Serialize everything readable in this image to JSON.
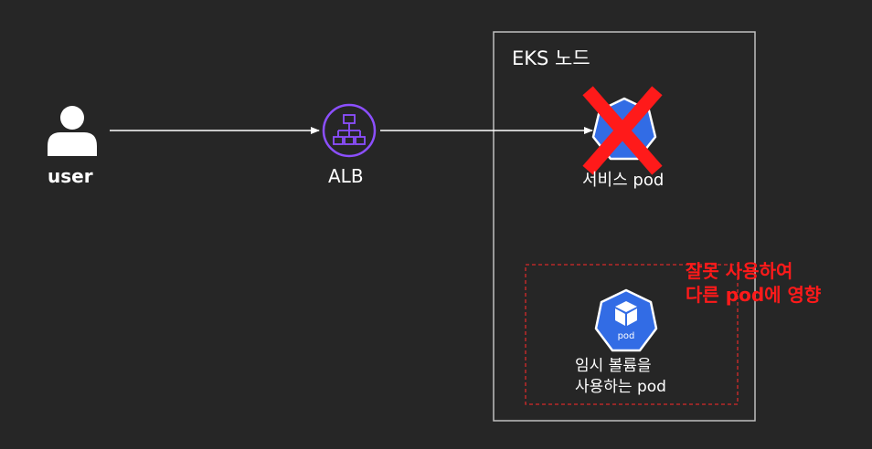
{
  "user": {
    "label": "user"
  },
  "alb": {
    "label": "ALB"
  },
  "eks_node": {
    "title": "EKS 노드"
  },
  "service_pod": {
    "label": "서비스 pod",
    "status": "failed"
  },
  "temp_volume_pod": {
    "badge": "pod",
    "label_line1": "임시 볼륨을",
    "label_line2": "사용하는 pod"
  },
  "warning": {
    "line1": "잘못 사용하여",
    "line2": "다른 pod에 영향"
  },
  "colors": {
    "background": "#262626",
    "line": "#ffffff",
    "alb_purple": "#8c4fff",
    "k8s_blue": "#326ce5",
    "warning_red": "#ff1a1a",
    "node_border": "#bfbfbf"
  },
  "icons": {
    "user": "person-icon",
    "alb": "load-balancer-icon",
    "pod": "kubernetes-pod-icon",
    "failed": "red-x-icon"
  }
}
